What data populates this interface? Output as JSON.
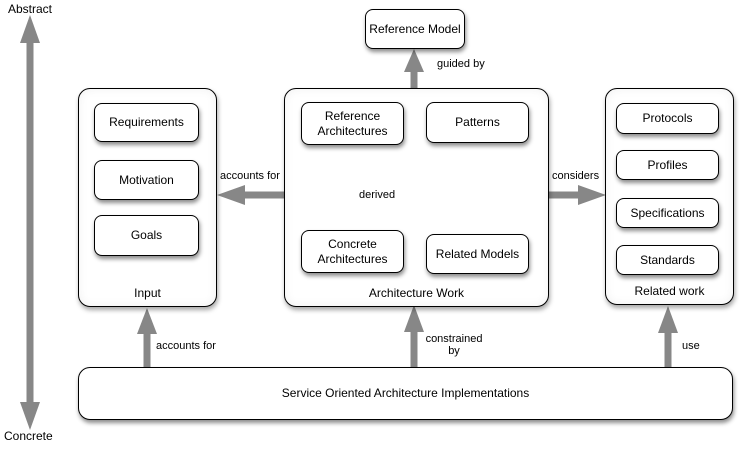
{
  "axis": {
    "top_label": "Abstract",
    "bottom_label": "Concrete"
  },
  "nodes": {
    "reference_model": {
      "label": "Reference Model"
    },
    "soa": {
      "label": "Service Oriented Architecture Implementations"
    }
  },
  "groups": [
    {
      "id": "input",
      "label": "Input",
      "items": [
        "Requirements",
        "Motivation",
        "Goals"
      ]
    },
    {
      "id": "architecture-work",
      "label": "Architecture Work",
      "items": [
        "Reference Architectures",
        "Patterns",
        "Concrete Architectures",
        "Related Models"
      ]
    },
    {
      "id": "related-work",
      "label": "Related work",
      "items": [
        "Protocols",
        "Profiles",
        "Specifications",
        "Standards"
      ]
    }
  ],
  "edges": {
    "guided_by": {
      "label": "guided by"
    },
    "derived": {
      "label": "derived"
    },
    "accounts_for_left": {
      "label": "accounts for"
    },
    "considers": {
      "label": "considers"
    },
    "accounts_for_bottom": {
      "label": "accounts for"
    },
    "constrained_by": {
      "label": "constrained by"
    },
    "use": {
      "label": "use"
    }
  },
  "colors": {
    "arrow": "#878787",
    "border": "#000000",
    "fill": "#ffffff",
    "background": "#ffffff"
  }
}
